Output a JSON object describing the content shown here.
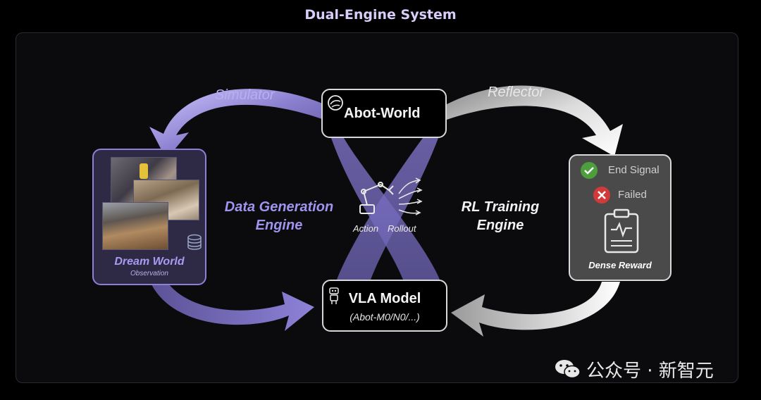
{
  "title": "Dual-Engine System",
  "labels": {
    "simulator": "Simulator",
    "reflector": "Reflector"
  },
  "nodes": {
    "abot_world": {
      "label": "Abot-World",
      "icon": "globe-icon"
    },
    "vla_model": {
      "label": "VLA Model",
      "sublabel": "(Abot-M0/N0/...)",
      "icon": "robot-icon"
    },
    "dream_world": {
      "label": "Dream World",
      "sublabel": "Observation",
      "icon": "database-icon"
    },
    "reward": {
      "end_signal": "End Signal",
      "failed": "Failed",
      "dense_reward": "Dense Reward"
    }
  },
  "engines": {
    "data_generation": {
      "line1": "Data Generation",
      "line2": "Engine"
    },
    "rl_training": {
      "line1": "RL Training",
      "line2": "Engine"
    }
  },
  "center": {
    "action": "Action",
    "rollout": "Rollout",
    "icon": "robot-arm-icon"
  },
  "watermark": "公众号 · 新智元",
  "colors": {
    "purple_accent": "#8d80d6",
    "purple_text": "#a99bf0",
    "gray_arrow": "#c8c8c8",
    "success": "#4c9f3c",
    "failure": "#d23a3a"
  }
}
